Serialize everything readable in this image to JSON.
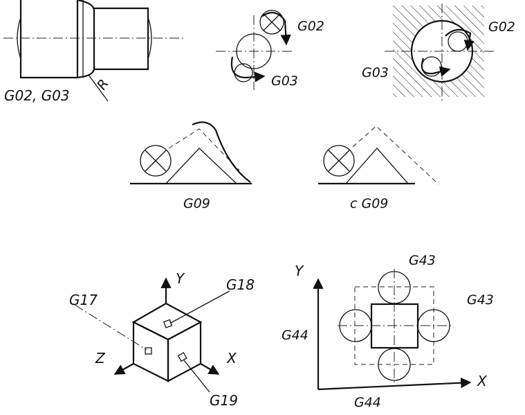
{
  "labels": {
    "turning_combo": "G02, G03",
    "radius": "R",
    "circ_top_g02": "G02",
    "circ_bottom_g03": "G03",
    "hole_g02": "G02",
    "hole_g03": "G03",
    "g09_left": "G09",
    "g09_right": "c G09",
    "axis_y_cube": "Y",
    "axis_x_cube": "X",
    "axis_z_cube": "Z",
    "plane_g17": "G17",
    "plane_g18": "G18",
    "plane_g19": "G19",
    "axis_y_offset": "Y",
    "axis_x_offset": "X",
    "g43_top": "G43",
    "g43_right": "G43",
    "g44_left": "G44",
    "g44_bottom": "G44"
  }
}
